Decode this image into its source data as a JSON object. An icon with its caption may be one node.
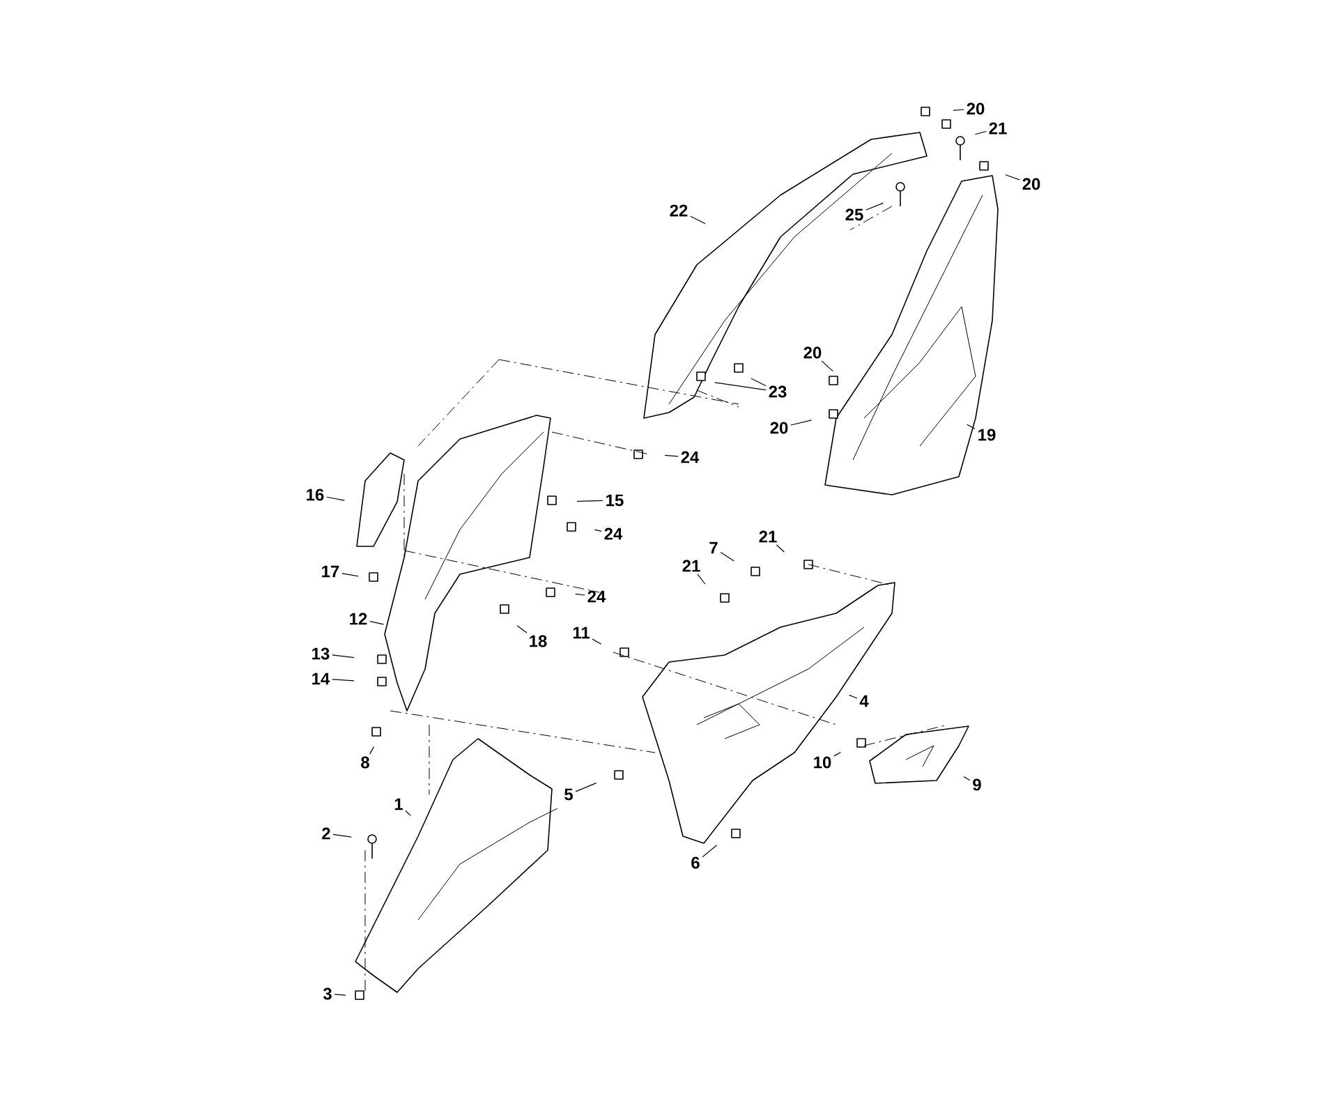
{
  "diagram": {
    "nodes": [
      {
        "text": [
          "20"
        ]
      },
      {
        "text": [
          "21"
        ]
      },
      {
        "text": [
          "20"
        ]
      },
      {
        "text": [
          "22"
        ]
      },
      {
        "text": [
          "25"
        ]
      },
      {
        "text": [
          "20"
        ]
      },
      {
        "text": [
          "23"
        ]
      },
      {
        "text": [
          "20"
        ]
      },
      {
        "text": [
          "19"
        ]
      },
      {
        "text": [
          "24"
        ]
      },
      {
        "text": [
          "16"
        ]
      },
      {
        "text": [
          "15"
        ]
      },
      {
        "text": [
          "24"
        ]
      },
      {
        "text": [
          "21"
        ]
      },
      {
        "text": [
          "7"
        ]
      },
      {
        "text": [
          "21"
        ]
      },
      {
        "text": [
          "17"
        ]
      },
      {
        "text": [
          "24"
        ]
      },
      {
        "text": [
          "12"
        ]
      },
      {
        "text": [
          "11"
        ]
      },
      {
        "text": [
          "18"
        ]
      },
      {
        "text": [
          "13"
        ]
      },
      {
        "text": [
          "14"
        ]
      },
      {
        "text": [
          "4"
        ]
      },
      {
        "text": [
          "8"
        ]
      },
      {
        "text": [
          "10"
        ]
      },
      {
        "text": [
          "9"
        ]
      },
      {
        "text": [
          "5"
        ]
      },
      {
        "text": [
          "1"
        ]
      },
      {
        "text": [
          "2"
        ]
      },
      {
        "text": [
          "6"
        ]
      },
      {
        "text": [
          "3"
        ]
      }
    ],
    "edges": [
      {
        "from": 0,
        "to": null,
        "arrow": "none"
      },
      {
        "from": 1,
        "to": null,
        "arrow": "none"
      },
      {
        "from": 2,
        "to": null,
        "arrow": "none"
      },
      {
        "from": 3,
        "to": null,
        "arrow": "none"
      },
      {
        "from": 4,
        "to": null,
        "arrow": "none"
      },
      {
        "from": 5,
        "to": null,
        "arrow": "none"
      },
      {
        "from": 6,
        "to": null,
        "arrow": "none"
      },
      {
        "from": 6,
        "to": null,
        "arrow": "none"
      },
      {
        "from": 7,
        "to": null,
        "arrow": "none"
      },
      {
        "from": 8,
        "to": null,
        "arrow": "none"
      },
      {
        "from": 9,
        "to": null,
        "arrow": "none"
      },
      {
        "from": 10,
        "to": null,
        "arrow": "none"
      },
      {
        "from": 11,
        "to": null,
        "arrow": "none"
      },
      {
        "from": 12,
        "to": null,
        "arrow": "none"
      },
      {
        "from": 13,
        "to": null,
        "arrow": "none"
      },
      {
        "from": 14,
        "to": null,
        "arrow": "none"
      },
      {
        "from": 15,
        "to": null,
        "arrow": "none"
      },
      {
        "from": 16,
        "to": null,
        "arrow": "none"
      },
      {
        "from": 17,
        "to": null,
        "arrow": "none"
      },
      {
        "from": 18,
        "to": null,
        "arrow": "none"
      },
      {
        "from": 19,
        "to": null,
        "arrow": "none"
      },
      {
        "from": 20,
        "to": null,
        "arrow": "none"
      },
      {
        "from": 21,
        "to": null,
        "arrow": "none"
      },
      {
        "from": 22,
        "to": null,
        "arrow": "none"
      },
      {
        "from": 23,
        "to": null,
        "arrow": "none"
      },
      {
        "from": 24,
        "to": null,
        "arrow": "none"
      },
      {
        "from": 25,
        "to": null,
        "arrow": "none"
      },
      {
        "from": 26,
        "to": null,
        "arrow": "none"
      },
      {
        "from": 27,
        "to": null,
        "arrow": "none"
      },
      {
        "from": 28,
        "to": null,
        "arrow": "none"
      },
      {
        "from": 29,
        "to": null,
        "arrow": "none"
      },
      {
        "from": 30,
        "to": null,
        "arrow": "none"
      },
      {
        "from": 31,
        "to": null,
        "arrow": "none"
      }
    ]
  }
}
